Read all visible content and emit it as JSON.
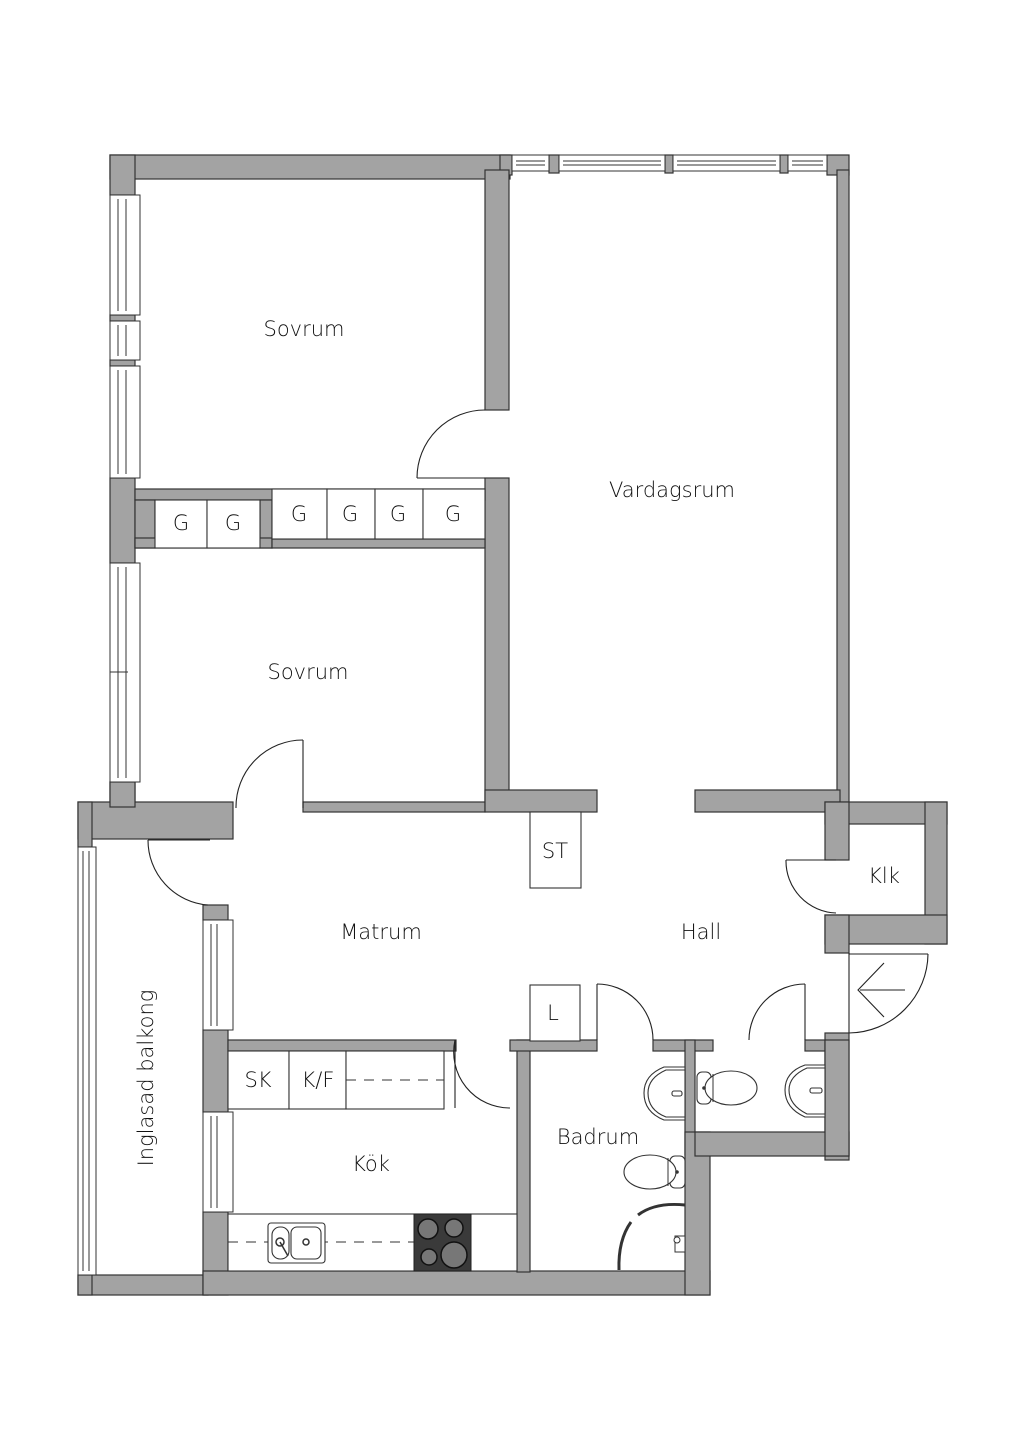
{
  "plan": {
    "wall_color": "#a3a3a3",
    "line_color": "#333333",
    "background": "#ffffff"
  },
  "rooms": {
    "sovrum_1": "Sovrum",
    "sovrum_2": "Sovrum",
    "vardagsrum": "Vardagsrum",
    "matrum": "Matrum",
    "hall": "Hall",
    "klk": "Klk",
    "kok": "Kök",
    "badrum": "Badrum",
    "balkong": "Inglasad balkong"
  },
  "storage": {
    "wardrobes": [
      "G",
      "G",
      "G",
      "G",
      "G",
      "G"
    ],
    "st": "ST",
    "l": "L",
    "sk": "SK",
    "kf": "K/F"
  },
  "icons": {
    "entrance": "entrance-arrow-icon",
    "stove": "stove-icon",
    "sink": "sink-icon",
    "toilet": "toilet-icon",
    "washbasin": "washbasin-icon",
    "shower": "shower-icon"
  }
}
